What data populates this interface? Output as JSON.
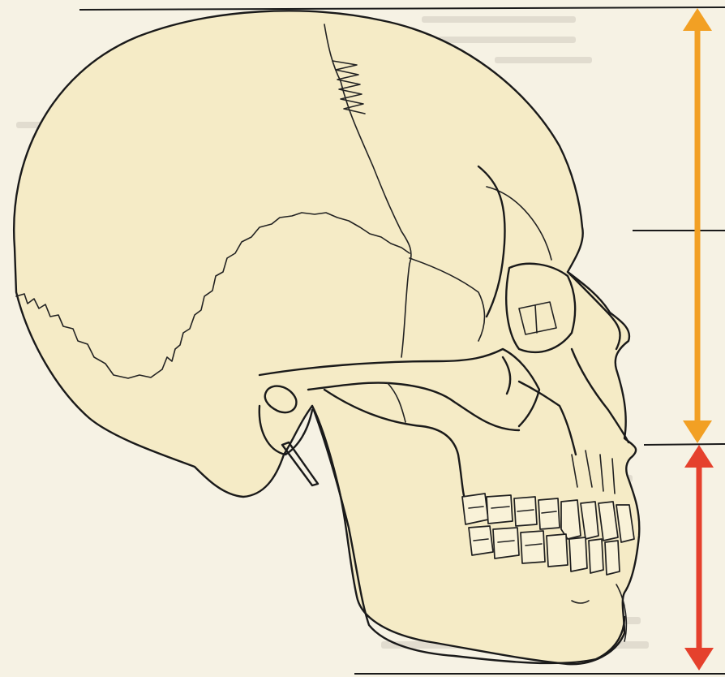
{
  "figure": {
    "subject": "skull-lateral-view",
    "colors": {
      "paper": "#f6f2e4",
      "bone": "#f5ebc6",
      "outline": "#1a1a1a",
      "upper_arrow": "#f2a024",
      "lower_arrow": "#e5412d",
      "reference_lines": "#1a1a1a"
    },
    "measurements": [
      {
        "name": "upper-face-region",
        "color": "#f2a024",
        "style": "double-headed-arrow"
      },
      {
        "name": "lower-face-region",
        "color": "#e5412d",
        "style": "double-headed-arrow"
      }
    ]
  }
}
